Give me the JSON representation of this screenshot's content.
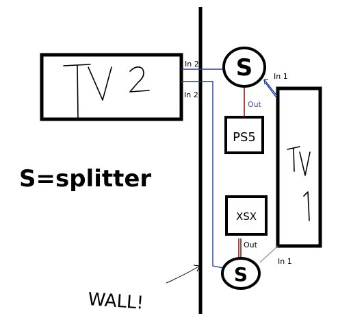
{
  "labels": {
    "tv2_text": "TV 2",
    "tv1_text": "TV 1",
    "ps5_text": "PS5",
    "xsx_text": "XSX",
    "splitter_letter": "S",
    "legend_text": "S=splitter",
    "wall_text": "WALL!",
    "in2_top": "In 2",
    "in2_bottom": "In 2",
    "in1_top": "In 1",
    "in1_bottom": "In 1",
    "out_top": "Out",
    "out_bottom": "Out"
  },
  "colors": {
    "wall": "#000000",
    "blue_cable": "#1f3c9a",
    "red_cable": "#8a1b1b",
    "blue_label": "#3b4fa8"
  }
}
